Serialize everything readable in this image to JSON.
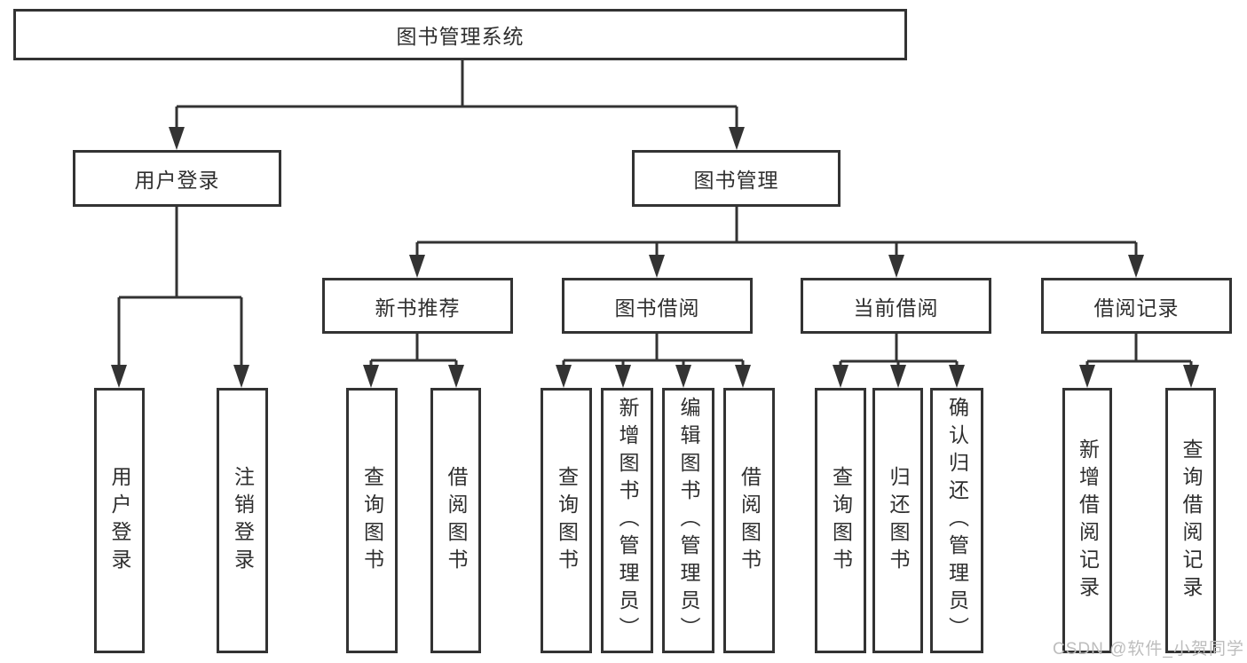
{
  "diagram": {
    "root": {
      "label": "图书管理系统"
    },
    "branches": [
      {
        "label": "用户登录",
        "leaves": [
          "用户登录",
          "注销登录"
        ]
      },
      {
        "label": "图书管理",
        "groups": [
          {
            "label": "新书推荐",
            "leaves": [
              "查询图书",
              "借阅图书"
            ]
          },
          {
            "label": "图书借阅",
            "leaves": [
              "查询图书",
              "新增图书（管理员）",
              "编辑图书（管理员）",
              "借阅图书"
            ]
          },
          {
            "label": "当前借阅",
            "leaves": [
              "查询图书",
              "归还图书",
              "确认归还（管理员）"
            ]
          },
          {
            "label": "借阅记录",
            "leaves": [
              "新增借阅记录",
              "查询借阅记录"
            ]
          }
        ]
      }
    ]
  },
  "watermark": "CSDN @软件_小贺同学",
  "colors": {
    "line": "#333333",
    "text": "#2f2f2f",
    "watermark": "#bdbdbd",
    "background": "#ffffff"
  }
}
